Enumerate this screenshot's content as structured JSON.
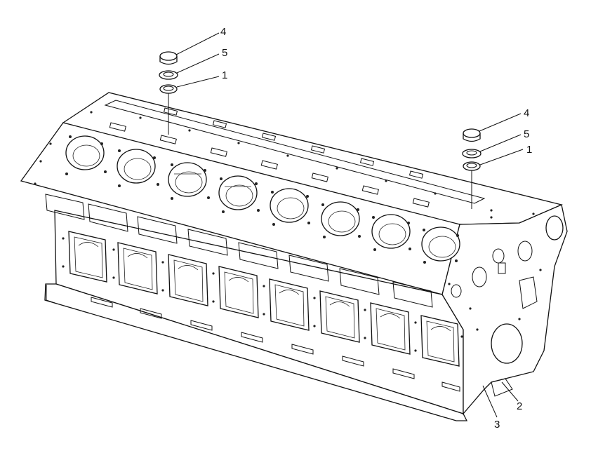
{
  "callouts": {
    "left_cap": "4",
    "left_washer": "5",
    "left_oring": "1",
    "right_cap": "4",
    "right_washer": "5",
    "right_oring": "1",
    "front_a": "3",
    "front_b": "2"
  },
  "colors": {
    "line": "#111111",
    "background": "#ffffff"
  }
}
